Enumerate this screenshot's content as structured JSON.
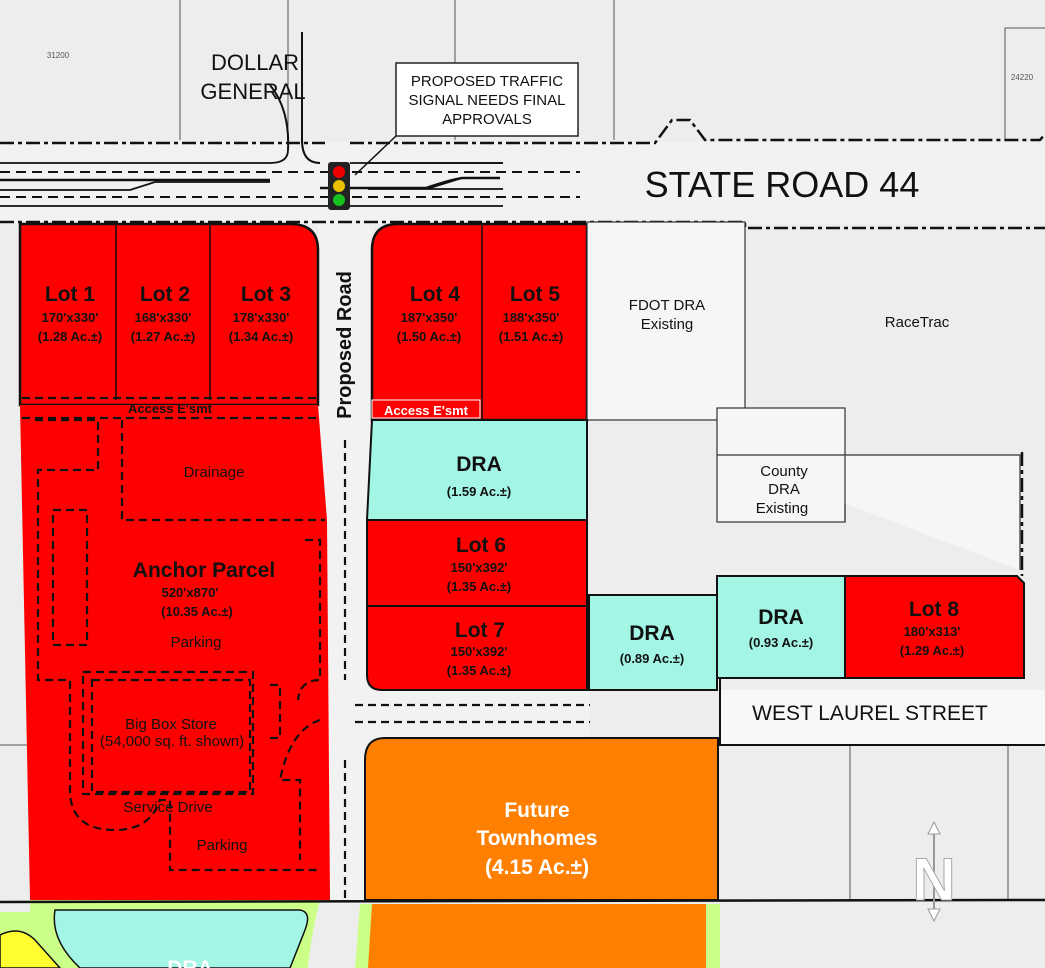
{
  "parcel_ids": {
    "left": "31200",
    "right": "24220"
  },
  "neighbors": {
    "dollar_general_line1": "DOLLAR",
    "dollar_general_line2": "GENERAL",
    "racetrac": "RaceTrac",
    "fdot_dra_line1": "FDOT DRA",
    "fdot_dra_line2": "Existing",
    "county_dra_line1": "County",
    "county_dra_line2": "DRA",
    "county_dra_line3": "Existing"
  },
  "callout": {
    "line1": "PROPOSED TRAFFIC",
    "line2": "SIGNAL NEEDS FINAL",
    "line3": "APPROVALS"
  },
  "roads": {
    "state_road": "STATE ROAD 44",
    "proposed_road": "Proposed Road",
    "west_laurel": "WEST  LAUREL  STREET"
  },
  "lots": [
    {
      "name": "Lot 1",
      "dims": "170'x330'",
      "area": "(1.28 Ac.±)"
    },
    {
      "name": "Lot 2",
      "dims": "168'x330'",
      "area": "(1.27 Ac.±)"
    },
    {
      "name": "Lot 3",
      "dims": "178'x330'",
      "area": "(1.34 Ac.±)"
    },
    {
      "name": "Lot 4",
      "dims": "187'x350'",
      "area": "(1.50 Ac.±)"
    },
    {
      "name": "Lot 5",
      "dims": "188'x350'",
      "area": "(1.51 Ac.±)"
    },
    {
      "name": "Lot 6",
      "dims": "150'x392'",
      "area": "(1.35 Ac.±)"
    },
    {
      "name": "Lot 7",
      "dims": "150'x392'",
      "area": "(1.35 Ac.±)"
    },
    {
      "name": "Lot 8",
      "dims": "180'x313'",
      "area": "(1.29 Ac.±)"
    }
  ],
  "easements": {
    "left": "Access E'smt",
    "right": "Access E'smt"
  },
  "anchor": {
    "name": "Anchor Parcel",
    "dims": "520'x870'",
    "area": "(10.35 Ac.±)",
    "drainage": "Drainage",
    "parking1": "Parking",
    "store": "Big Box Store",
    "store_note": "(54,000 sq. ft. shown)",
    "service_drive": "Service Drive",
    "parking2": "Parking"
  },
  "dras": [
    {
      "name": "DRA",
      "area": "(1.59 Ac.±)"
    },
    {
      "name": "DRA",
      "area": "(0.89 Ac.±)"
    },
    {
      "name": "DRA",
      "area": "(0.93 Ac.±)"
    },
    {
      "name": "DRA",
      "area": ""
    }
  ],
  "townhomes": {
    "line1": "Future",
    "line2": "Townhomes",
    "area": "(4.15 Ac.±)"
  },
  "north_arrow": "N",
  "colors": {
    "lot": "#ff0000",
    "dra": "#a3f5e6",
    "townhomes": "#ff8000",
    "buffer": "#ccff88"
  }
}
